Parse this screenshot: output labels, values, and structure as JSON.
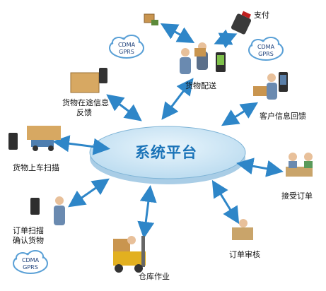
{
  "center": {
    "title": "系统平台"
  },
  "clouds": {
    "line1": "CDMA",
    "line2": "GPRS"
  },
  "nodes": {
    "payment": "支付",
    "delivery": "货物配送",
    "transit_feedback_1": "货物在途信息",
    "transit_feedback_2": "反馈",
    "customer_feedback": "客户信息回馈",
    "truck_scan": "货物上车扫描",
    "accept_order": "接受订单",
    "order_scan_1": "订单扫描",
    "order_scan_2": "确认货物",
    "order_review": "订单审核",
    "warehouse": "仓库作业"
  },
  "colors": {
    "platform": "#cfe6f4",
    "platform_edge": "#7fb4d6",
    "title": "#1a73b8",
    "arrow": "#2e86c8"
  }
}
